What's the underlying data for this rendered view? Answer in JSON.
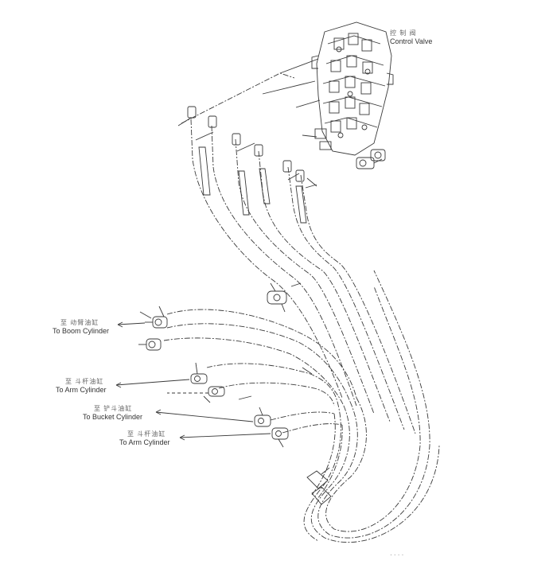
{
  "diagram": {
    "labels": {
      "control_valve": {
        "cn": "控 制 阀",
        "en": "Control Valve"
      },
      "boom_cylinder": {
        "cn": "至 动臂油缸",
        "en": "To Boom Cylinder"
      },
      "arm_cylinder_1": {
        "cn": "至 斗杆油缸",
        "en": "To Arm Cylinder"
      },
      "bucket_cylinder": {
        "cn": "至 铲斗油缸",
        "en": "To Bucket Cylinder"
      },
      "arm_cylinder_2": {
        "cn": "至 斗杆油缸",
        "en": "To Arm Cylinder"
      }
    },
    "figure_number": "· · · ·"
  }
}
